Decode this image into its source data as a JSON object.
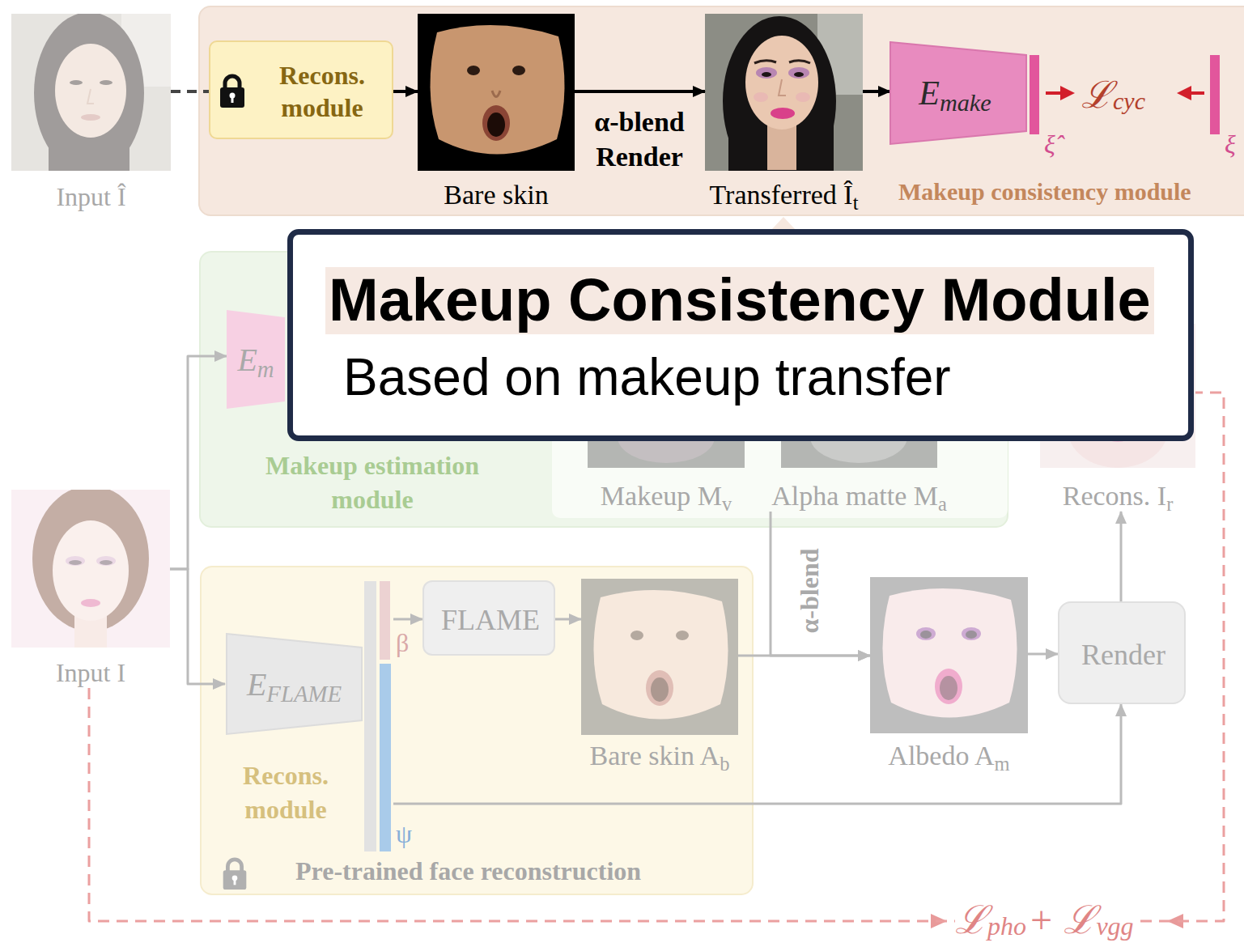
{
  "diagram": {
    "nodes": [
      {
        "text": [
          "Input Î"
        ]
      },
      {
        "text": [
          "Makeup consistency module"
        ]
      },
      {
        "text": [
          "Recons. module"
        ],
        "in": 1
      },
      {
        "text": [
          "Bare skin"
        ],
        "in": 1
      },
      {
        "text": [
          "Transferred Î",
          "t"
        ],
        "in": 1
      },
      {
        "text": [
          "E",
          "make"
        ],
        "in": 1
      },
      {
        "text": [
          "Makeup Consistency Module",
          "Based on makeup transfer"
        ]
      },
      {
        "text": [
          "Makeup estimation module"
        ]
      },
      {
        "text": [
          "E",
          "m"
        ],
        "in": 7
      },
      {
        "text": [
          "Makeup M",
          "v"
        ],
        "in": 7
      },
      {
        "text": [
          "Alpha matte M",
          "a"
        ],
        "in": 7
      },
      {
        "text": [
          "Recons. I",
          "r"
        ]
      },
      {
        "text": [
          "Input I"
        ]
      },
      {
        "text": [
          "Recons. module",
          "Pre-trained face reconstruction"
        ]
      },
      {
        "text": [
          "E",
          "FLAME"
        ],
        "in": 13
      },
      {
        "text": [
          "FLAME"
        ],
        "in": 13
      },
      {
        "text": [
          "Bare skin A",
          "b"
        ],
        "in": 13
      },
      {
        "text": [
          "Albedo A",
          "m"
        ]
      },
      {
        "text": [
          "Render"
        ]
      }
    ],
    "edges": [
      {
        "from": 0,
        "to": 2,
        "arrow": "none"
      },
      {
        "from": 2,
        "to": 3,
        "arrow": "to"
      },
      {
        "from": 3,
        "to": 4,
        "label": "α-blend Render",
        "arrow": "to"
      },
      {
        "from": 4,
        "to": 5,
        "arrow": "to"
      },
      {
        "from": 12,
        "to": 8,
        "arrow": "to"
      },
      {
        "from": 12,
        "to": 14,
        "arrow": "to"
      },
      {
        "from": 14,
        "to": 15,
        "arrow": "to"
      },
      {
        "from": 15,
        "to": 16,
        "arrow": "to"
      },
      {
        "from": 10,
        "to": 17,
        "label": "α-blend",
        "arrow": "to"
      },
      {
        "from": 16,
        "to": 17,
        "arrow": "to"
      },
      {
        "from": 17,
        "to": 18,
        "arrow": "to"
      },
      {
        "from": 14,
        "to": 18,
        "arrow": "to"
      },
      {
        "from": 18,
        "to": 11,
        "arrow": "to"
      },
      {
        "from": 12,
        "to": 11,
        "arrow": "none"
      }
    ],
    "labels": [
      "ℒ",
      "cyc",
      "ξ̂",
      "ξ",
      "β",
      "ψ",
      "ℒ",
      "pho",
      "+ ℒ",
      "vgg"
    ]
  }
}
